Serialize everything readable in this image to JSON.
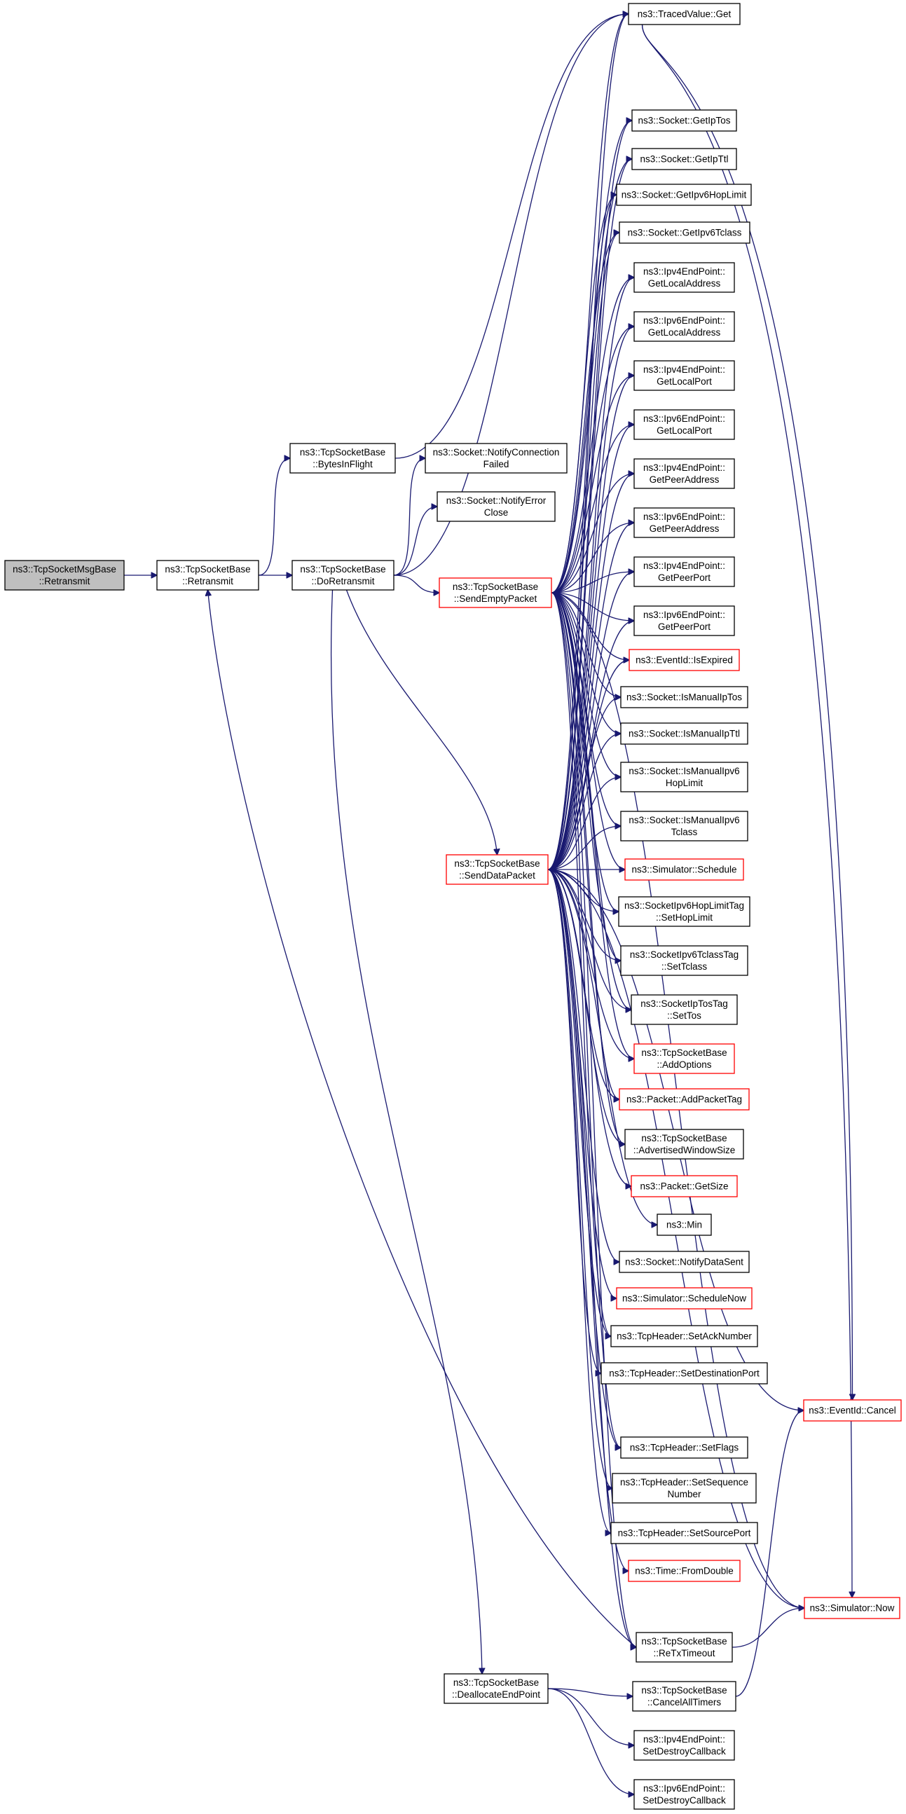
{
  "nodes": [
    {
      "id": "root",
      "lines": [
        "ns3::TcpSocketMsgBase",
        "::Retransmit"
      ],
      "red": false,
      "root": true
    },
    {
      "id": "retransmit",
      "lines": [
        "ns3::TcpSocketBase",
        "::Retransmit"
      ],
      "red": false
    },
    {
      "id": "bytesinflight",
      "lines": [
        "ns3::TcpSocketBase",
        "::BytesInFlight"
      ],
      "red": false
    },
    {
      "id": "doretransmit",
      "lines": [
        "ns3::TcpSocketBase",
        "::DoRetransmit"
      ],
      "red": false
    },
    {
      "id": "notifyconnfailed",
      "lines": [
        "ns3::Socket::NotifyConnection",
        "Failed"
      ],
      "red": false
    },
    {
      "id": "notifyerrorclose",
      "lines": [
        "ns3::Socket::NotifyError",
        "Close"
      ],
      "red": false
    },
    {
      "id": "sendemptypacket",
      "lines": [
        "ns3::TcpSocketBase",
        "::SendEmptyPacket"
      ],
      "red": true
    },
    {
      "id": "senddatapacket",
      "lines": [
        "ns3::TcpSocketBase",
        "::SendDataPacket"
      ],
      "red": true
    },
    {
      "id": "deallocateendpoint",
      "lines": [
        "ns3::TcpSocketBase",
        "::DeallocateEndPoint"
      ],
      "red": false
    },
    {
      "id": "tracedvalueget",
      "lines": [
        "ns3::TracedValue::Get"
      ],
      "red": false
    },
    {
      "id": "getiptos",
      "lines": [
        "ns3::Socket::GetIpTos"
      ],
      "red": false
    },
    {
      "id": "getipttl",
      "lines": [
        "ns3::Socket::GetIpTtl"
      ],
      "red": false
    },
    {
      "id": "getipv6hoplimit",
      "lines": [
        "ns3::Socket::GetIpv6HopLimit"
      ],
      "red": false
    },
    {
      "id": "getipv6tclass",
      "lines": [
        "ns3::Socket::GetIpv6Tclass"
      ],
      "red": false
    },
    {
      "id": "ipv4ep_getlocaladdress",
      "lines": [
        "ns3::Ipv4EndPoint::",
        "GetLocalAddress"
      ],
      "red": false
    },
    {
      "id": "ipv6ep_getlocaladdress",
      "lines": [
        "ns3::Ipv6EndPoint::",
        "GetLocalAddress"
      ],
      "red": false
    },
    {
      "id": "ipv4ep_getlocalport",
      "lines": [
        "ns3::Ipv4EndPoint::",
        "GetLocalPort"
      ],
      "red": false
    },
    {
      "id": "ipv6ep_getlocalport",
      "lines": [
        "ns3::Ipv6EndPoint::",
        "GetLocalPort"
      ],
      "red": false
    },
    {
      "id": "ipv4ep_getpeeraddress",
      "lines": [
        "ns3::Ipv4EndPoint::",
        "GetPeerAddress"
      ],
      "red": false
    },
    {
      "id": "ipv6ep_getpeeraddress",
      "lines": [
        "ns3::Ipv6EndPoint::",
        "GetPeerAddress"
      ],
      "red": false
    },
    {
      "id": "ipv4ep_getpeerport",
      "lines": [
        "ns3::Ipv4EndPoint::",
        "GetPeerPort"
      ],
      "red": false
    },
    {
      "id": "ipv6ep_getpeerport",
      "lines": [
        "ns3::Ipv6EndPoint::",
        "GetPeerPort"
      ],
      "red": false
    },
    {
      "id": "eventid_isexpired",
      "lines": [
        "ns3::EventId::IsExpired"
      ],
      "red": true
    },
    {
      "id": "ismanualiptos",
      "lines": [
        "ns3::Socket::IsManualIpTos"
      ],
      "red": false
    },
    {
      "id": "ismanualipttl",
      "lines": [
        "ns3::Socket::IsManualIpTtl"
      ],
      "red": false
    },
    {
      "id": "ismanualipv6hoplimit",
      "lines": [
        "ns3::Socket::IsManualIpv6",
        "HopLimit"
      ],
      "red": false
    },
    {
      "id": "ismanualipv6tclass",
      "lines": [
        "ns3::Socket::IsManualIpv6",
        "Tclass"
      ],
      "red": false
    },
    {
      "id": "simulator_schedule",
      "lines": [
        "ns3::Simulator::Schedule"
      ],
      "red": true
    },
    {
      "id": "sethoplimit",
      "lines": [
        "ns3::SocketIpv6HopLimitTag",
        "::SetHopLimit"
      ],
      "red": false
    },
    {
      "id": "settclass",
      "lines": [
        "ns3::SocketIpv6TclassTag",
        "::SetTclass"
      ],
      "red": false
    },
    {
      "id": "settos",
      "lines": [
        "ns3::SocketIpTosTag",
        "::SetTos"
      ],
      "red": false
    },
    {
      "id": "addoptions",
      "lines": [
        "ns3::TcpSocketBase",
        "::AddOptions"
      ],
      "red": true
    },
    {
      "id": "addpackettag",
      "lines": [
        "ns3::Packet::AddPacketTag"
      ],
      "red": true
    },
    {
      "id": "advertisedwindowsize",
      "lines": [
        "ns3::TcpSocketBase",
        "::AdvertisedWindowSize"
      ],
      "red": false
    },
    {
      "id": "packet_getsize",
      "lines": [
        "ns3::Packet::GetSize"
      ],
      "red": true
    },
    {
      "id": "min",
      "lines": [
        "ns3::Min"
      ],
      "red": false
    },
    {
      "id": "notifydatasent",
      "lines": [
        "ns3::Socket::NotifyDataSent"
      ],
      "red": false
    },
    {
      "id": "schedulenow",
      "lines": [
        "ns3::Simulator::ScheduleNow"
      ],
      "red": true
    },
    {
      "id": "setacknumber",
      "lines": [
        "ns3::TcpHeader::SetAckNumber"
      ],
      "red": false
    },
    {
      "id": "setdestinationport",
      "lines": [
        "ns3::TcpHeader::SetDestinationPort"
      ],
      "red": false
    },
    {
      "id": "eventid_cancel",
      "lines": [
        "ns3::EventId::Cancel"
      ],
      "red": true
    },
    {
      "id": "setflags",
      "lines": [
        "ns3::TcpHeader::SetFlags"
      ],
      "red": false
    },
    {
      "id": "setsequencenumber",
      "lines": [
        "ns3::TcpHeader::SetSequence",
        "Number"
      ],
      "red": false
    },
    {
      "id": "setsourceport",
      "lines": [
        "ns3::TcpHeader::SetSourcePort"
      ],
      "red": false
    },
    {
      "id": "fromdouble",
      "lines": [
        "ns3::Time::FromDouble"
      ],
      "red": true
    },
    {
      "id": "simulator_now",
      "lines": [
        "ns3::Simulator::Now"
      ],
      "red": true
    },
    {
      "id": "retxtimeout",
      "lines": [
        "ns3::TcpSocketBase",
        "::ReTxTimeout"
      ],
      "red": false
    },
    {
      "id": "cancelalltimers",
      "lines": [
        "ns3::TcpSocketBase",
        "::CancelAllTimers"
      ],
      "red": false
    },
    {
      "id": "ipv4ep_setdestroycallback",
      "lines": [
        "ns3::Ipv4EndPoint::",
        "SetDestroyCallback"
      ],
      "red": false
    },
    {
      "id": "ipv6ep_setdestroycallback",
      "lines": [
        "ns3::Ipv6EndPoint::",
        "SetDestroyCallback"
      ],
      "red": false
    }
  ]
}
